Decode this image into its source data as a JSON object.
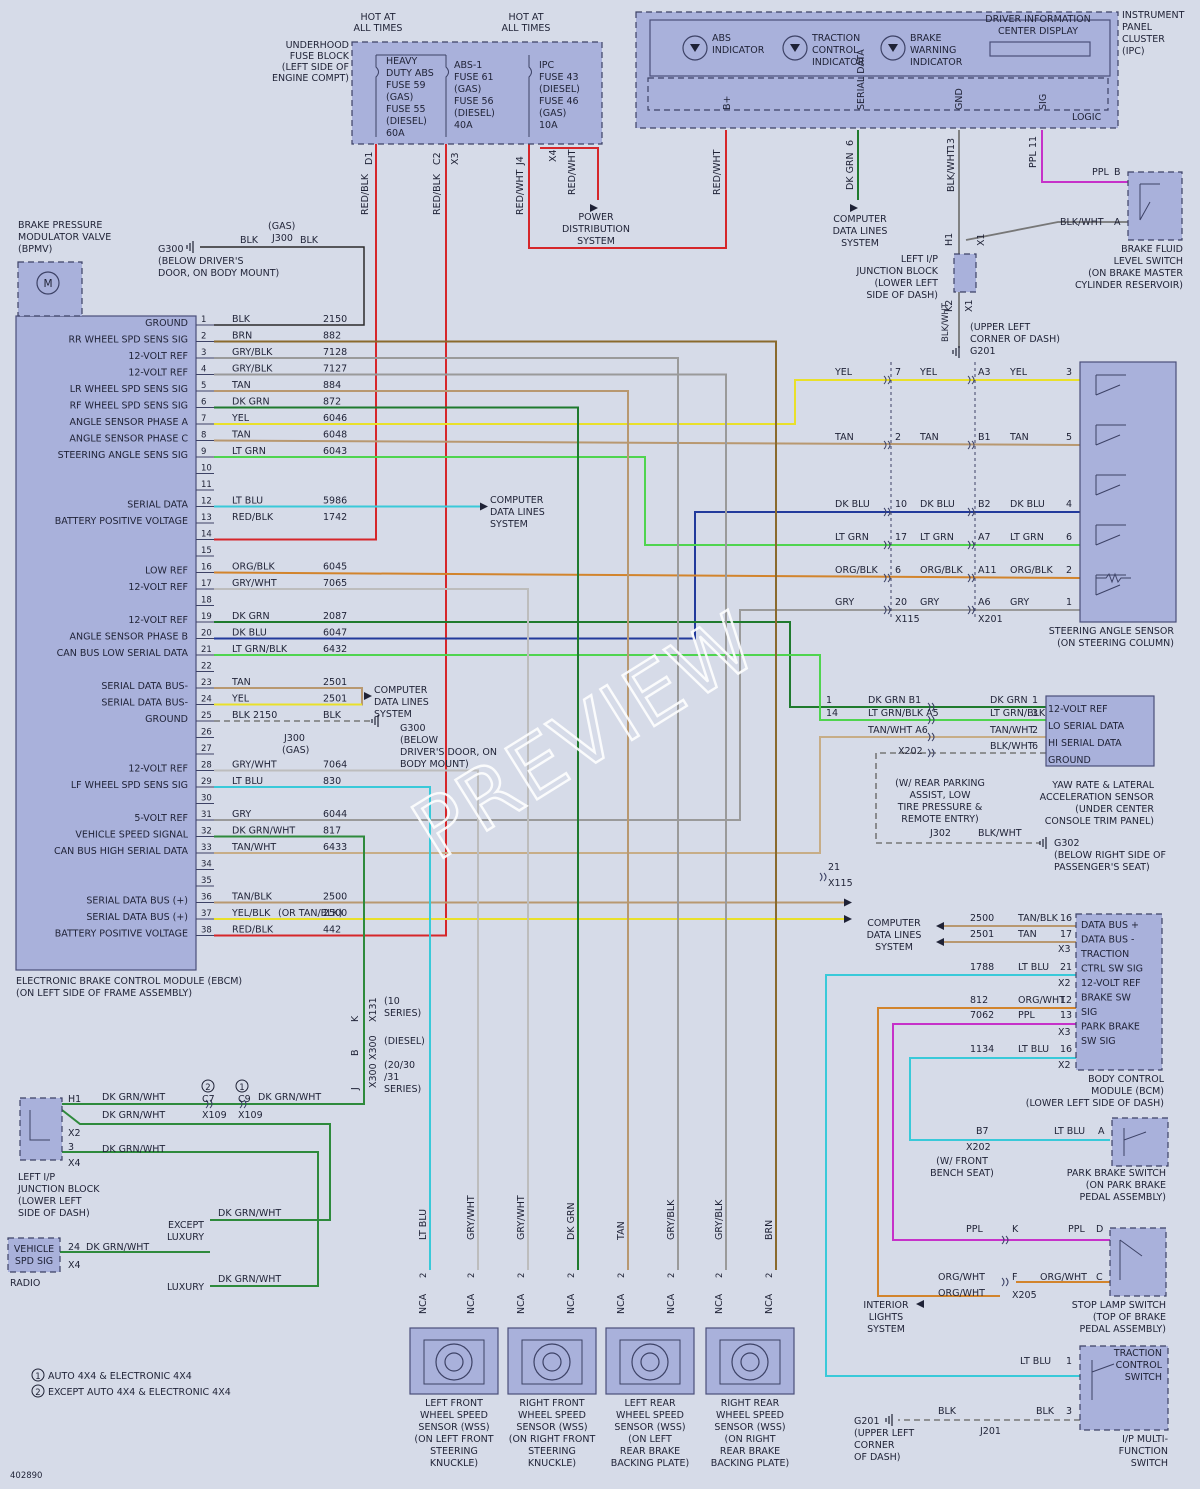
{
  "modules": {
    "fuse_block": {
      "title": [
        "UNDERHOOD",
        "FUSE BLOCK",
        "(LEFT SIDE OF",
        "ENGINE COMPT)"
      ],
      "hot1": [
        "HOT AT",
        "ALL TIMES"
      ],
      "hot2": [
        "HOT AT",
        "ALL TIMES"
      ],
      "fuse_a": [
        "HEAVY",
        "DUTY ABS",
        "FUSE 59",
        "(GAS)",
        "FUSE 55",
        "(DIESEL)",
        "60A"
      ],
      "fuse_b": [
        "ABS-1",
        "FUSE 61",
        "(GAS)",
        "FUSE 56",
        "(DIESEL)",
        "40A"
      ],
      "fuse_c": [
        "IPC",
        "FUSE 43",
        "(DIESEL)",
        "FUSE 46",
        "(GAS)",
        "10A"
      ]
    },
    "ipc": {
      "title": [
        "INSTRUMENT",
        "PANEL",
        "CLUSTER",
        "(IPC)"
      ],
      "abs": [
        "ABS",
        "INDICATOR"
      ],
      "traction": [
        "TRACTION",
        "CONTROL",
        "INDICATOR"
      ],
      "brake": [
        "BRAKE",
        "WARNING",
        "INDICATOR"
      ],
      "dic": [
        "DRIVER INFORMATION",
        "CENTER DISPLAY"
      ],
      "logic": "LOGIC",
      "pins": [
        "B+",
        "SERIAL DATA",
        "GND",
        "SIG"
      ]
    },
    "bpmv": [
      "BRAKE PRESSURE",
      "MODULATOR VALVE",
      "(BPMV)"
    ],
    "ebcm": {
      "title": [
        "ELECTRONIC BRAKE CONTROL MODULE (EBCM)",
        "(ON LEFT SIDE OF FRAME ASSEMBLY)"
      ],
      "rows": [
        {
          "pin": "1",
          "label": "GROUND",
          "color": "BLK",
          "circuit": "2150"
        },
        {
          "pin": "2",
          "label": "RR WHEEL SPD SENS SIG",
          "color": "BRN",
          "circuit": "882"
        },
        {
          "pin": "3",
          "label": "12-VOLT REF",
          "color": "GRY/BLK",
          "circuit": "7128"
        },
        {
          "pin": "4",
          "label": "12-VOLT REF",
          "color": "GRY/BLK",
          "circuit": "7127"
        },
        {
          "pin": "5",
          "label": "LR WHEEL SPD SENS SIG",
          "color": "TAN",
          "circuit": "884"
        },
        {
          "pin": "6",
          "label": "RF WHEEL SPD SENS SIG",
          "color": "DK GRN",
          "circuit": "872"
        },
        {
          "pin": "7",
          "label": "ANGLE SENSOR PHASE A",
          "color": "YEL",
          "circuit": "6046"
        },
        {
          "pin": "8",
          "label": "ANGLE SENSOR PHASE C",
          "color": "TAN",
          "circuit": "6048"
        },
        {
          "pin": "9",
          "label": "STEERING ANGLE SENS SIG",
          "color": "LT GRN",
          "circuit": "6043"
        },
        {
          "pin": "10",
          "label": "",
          "color": "",
          "circuit": ""
        },
        {
          "pin": "11",
          "label": "",
          "color": "",
          "circuit": ""
        },
        {
          "pin": "12",
          "label": "SERIAL DATA",
          "color": "LT BLU",
          "circuit": "5986"
        },
        {
          "pin": "13",
          "label": "BATTERY POSITIVE VOLTAGE",
          "color": "RED/BLK",
          "circuit": "1742"
        },
        {
          "pin": "14",
          "label": "",
          "color": "",
          "circuit": ""
        },
        {
          "pin": "15",
          "label": "",
          "color": "",
          "circuit": ""
        },
        {
          "pin": "16",
          "label": "LOW REF",
          "color": "ORG/BLK",
          "circuit": "6045"
        },
        {
          "pin": "17",
          "label": "12-VOLT REF",
          "color": "GRY/WHT",
          "circuit": "7065"
        },
        {
          "pin": "18",
          "label": "",
          "color": "",
          "circuit": ""
        },
        {
          "pin": "19",
          "label": "12-VOLT REF",
          "color": "DK GRN",
          "circuit": "2087"
        },
        {
          "pin": "20",
          "label": "ANGLE SENSOR PHASE B",
          "color": "DK BLU",
          "circuit": "6047"
        },
        {
          "pin": "21",
          "label": "CAN BUS LOW SERIAL DATA",
          "color": "LT GRN/BLK",
          "circuit": "6432"
        },
        {
          "pin": "22",
          "label": "",
          "color": "",
          "circuit": ""
        },
        {
          "pin": "23",
          "label": "SERIAL DATA BUS-",
          "color": "TAN",
          "circuit": "2501"
        },
        {
          "pin": "24",
          "label": "SERIAL DATA BUS-",
          "color": "YEL",
          "circuit": "2501"
        },
        {
          "pin": "25",
          "label": "GROUND",
          "color": "BLK 2150",
          "circuit": "BLK"
        },
        {
          "pin": "26",
          "label": "",
          "color": "",
          "circuit": ""
        },
        {
          "pin": "27",
          "label": "",
          "color": "",
          "circuit": ""
        },
        {
          "pin": "28",
          "label": "12-VOLT REF",
          "color": "GRY/WHT",
          "circuit": "7064"
        },
        {
          "pin": "29",
          "label": "LF WHEEL SPD SENS SIG",
          "color": "LT BLU",
          "circuit": "830"
        },
        {
          "pin": "30",
          "label": "",
          "color": "",
          "circuit": ""
        },
        {
          "pin": "31",
          "label": "5-VOLT REF",
          "color": "GRY",
          "circuit": "6044"
        },
        {
          "pin": "32",
          "label": "VEHICLE SPEED SIGNAL",
          "color": "DK GRN/WHT",
          "circuit": "817"
        },
        {
          "pin": "33",
          "label": "CAN BUS HIGH SERIAL DATA",
          "color": "TAN/WHT",
          "circuit": "6433"
        },
        {
          "pin": "34",
          "label": "",
          "color": "",
          "circuit": ""
        },
        {
          "pin": "35",
          "label": "",
          "color": "",
          "circuit": ""
        },
        {
          "pin": "36",
          "label": "SERIAL DATA BUS (+)",
          "color": "TAN/BLK",
          "circuit": "2500"
        },
        {
          "pin": "37",
          "label": "SERIAL DATA BUS (+)",
          "color": "YEL/BLK",
          "circuit": "2500"
        },
        {
          "pin": "38",
          "label": "BATTERY POSITIVE VOLTAGE",
          "color": "RED/BLK",
          "circuit": "442"
        }
      ],
      "or_tanblk": "(OR TAN/BLK)"
    },
    "steering": {
      "title": [
        "STEERING ANGLE SENSOR",
        "(ON STEERING COLUMN)"
      ],
      "rows": [
        {
          "c1": "YEL",
          "p1": "7",
          "c2": "YEL",
          "p2": "A3",
          "c3": "YEL",
          "p3": "3"
        },
        {
          "c1": "TAN",
          "p1": "2",
          "c2": "TAN",
          "p2": "B1",
          "c3": "TAN",
          "p3": "5"
        },
        {
          "c1": "DK BLU",
          "p1": "10",
          "c2": "DK BLU",
          "p2": "B2",
          "c3": "DK BLU",
          "p3": "4"
        },
        {
          "c1": "LT GRN",
          "p1": "17",
          "c2": "LT GRN",
          "p2": "A7",
          "c3": "LT GRN",
          "p3": "6"
        },
        {
          "c1": "ORG/BLK",
          "p1": "6",
          "c2": "ORG/BLK",
          "p2": "A11",
          "c3": "ORG/BLK",
          "p3": "2"
        },
        {
          "c1": "GRY",
          "p1": "20",
          "c2": "GRY",
          "p2": "A6",
          "c3": "GRY",
          "p3": "1"
        }
      ],
      "x115": "X115",
      "x201": "X201"
    },
    "yaw": {
      "title": [
        "YAW RATE & LATERAL",
        "ACCELERATION SENSOR",
        "(UNDER CENTER",
        "CONSOLE TRIM PANEL)"
      ],
      "pins": [
        "12-VOLT REF",
        "LO SERIAL DATA",
        "HI SERIAL DATA",
        "GROUND"
      ],
      "rows": [
        {
          "a": "1",
          "b": "DK GRN B1",
          "c": "DK GRN",
          "d": "1"
        },
        {
          "a": "14",
          "b": "LT GRN/BLK A5",
          "c": "LT GRN/BLK",
          "d": "3"
        },
        {
          "a": "",
          "b": "TAN/WHT A6",
          "c": "TAN/WHT",
          "d": "2"
        },
        {
          "a": "",
          "b": "",
          "c": "BLK/WHT",
          "d": "6"
        }
      ],
      "x202": "X202",
      "note": [
        "(W/ REAR PARKING",
        "ASSIST, LOW",
        "TIRE PRESSURE &",
        "REMOTE ENTRY)"
      ],
      "j302": "J302",
      "blkwht": "BLK/WHT",
      "g302": [
        "G302",
        "(BELOW RIGHT SIDE OF",
        "PASSENGER'S SEAT)"
      ],
      "pin21": "21",
      "x115b": "X115"
    },
    "bcm": {
      "title": [
        "BODY CONTROL",
        "MODULE (BCM)",
        "(LOWER LEFT SIDE OF DASH)"
      ],
      "pins": [
        "DATA BUS +",
        "DATA BUS -",
        "TRACTION",
        "CTRL SW SIG",
        "12-VOLT REF",
        "BRAKE SW",
        "SIG",
        "PARK BRAKE",
        "SW SIG"
      ],
      "wires": [
        {
          "circ": "2500",
          "color": "TAN/BLK",
          "pin": "16"
        },
        {
          "circ": "2501",
          "color": "TAN",
          "pin": "17"
        },
        {
          "circ": "1788",
          "color": "LT BLU",
          "pin": "21"
        },
        {
          "circ": "812",
          "color": "ORG/WHT",
          "pin": "12"
        },
        {
          "circ": "7062",
          "color": "PPL",
          "pin": "13"
        },
        {
          "circ": "1134",
          "color": "LT BLU",
          "pin": "16"
        }
      ],
      "x3": "X3",
      "x2": "X2"
    },
    "brake_fluid": {
      "title": [
        "BRAKE FLUID",
        "LEVEL SWITCH",
        "(ON BRAKE MASTER",
        "CYLINDER RESERVOIR)"
      ],
      "ppl": "PPL",
      "b": "B",
      "blkwht": "BLK/WHT",
      "a": "A"
    },
    "left_ip_top": {
      "title": [
        "LEFT I/P",
        "JUNCTION BLOCK",
        "(LOWER LEFT",
        "SIDE OF DASH)"
      ],
      "h1": "H1",
      "x1": "X1",
      "k2": "K2",
      "x1b": "X1"
    },
    "g201_top": [
      "(UPPER LEFT",
      "CORNER OF DASH)",
      "G201"
    ],
    "park_brake": {
      "title": [
        "PARK BRAKE SWITCH",
        "(ON PARK BRAKE",
        "PEDAL ASSEMBLY)"
      ],
      "b7": "B7",
      "x202": "X202",
      "note": [
        "(W/ FRONT",
        "BENCH SEAT)"
      ],
      "ltblu": "LT BLU",
      "a": "A"
    },
    "stop_lamp": {
      "title": [
        "STOP LAMP SWITCH",
        "(TOP OF BRAKE",
        "PEDAL ASSEMBLY)"
      ],
      "ppl1": "PPL",
      "k": "K",
      "ppl2": "PPL",
      "d": "D",
      "orgwht1": "ORG/WHT",
      "f": "F",
      "orgwht2": "ORG/WHT",
      "c": "C",
      "orgwht3": "ORG/WHT",
      "x205": "X205",
      "interior": [
        "INTERIOR",
        "LIGHTS",
        "SYSTEM"
      ]
    },
    "traction_switch": {
      "title": [
        "TRACTION",
        "CONTROL",
        "SWITCH"
      ],
      "sub": [
        "I/P MULTI-",
        "FUNCTION",
        "SWITCH"
      ],
      "ltblu": "LT BLU",
      "p1": "1",
      "blk1": "BLK",
      "blk2": "BLK",
      "p3": "3",
      "j201": "J201",
      "g201": [
        "G201",
        "(UPPER LEFT",
        "CORNER",
        "OF DASH)"
      ]
    },
    "left_ip_bottom": {
      "title": [
        "LEFT I/P",
        "JUNCTION BLOCK",
        "(LOWER LEFT",
        "SIDE OF DASH)"
      ],
      "h1": "H1",
      "x2": "X2",
      "p3": "3",
      "x4": "X4",
      "dkgrnwht": "DK GRN/WHT",
      "c7": "C7",
      "c9": "C9",
      "x109a": "X109",
      "x109b": "X109",
      "circ1": "1",
      "circ2": "2"
    },
    "radio": {
      "title": "RADIO",
      "box": [
        "VEHICLE",
        "SPD SIG"
      ],
      "p24": "24",
      "wire": "DK GRN/WHT",
      "x4": "X4",
      "except": [
        "EXCEPT",
        "LUXURY"
      ],
      "luxury": "LUXURY",
      "w1": "DK GRN/WHT",
      "w2": "DK GRN/WHT"
    },
    "series": {
      "k": "K",
      "x131": "X131",
      "s10": [
        "(10",
        "SERIES)"
      ],
      "x300a": "X300",
      "diesel": "(DIESEL)",
      "b": "B",
      "x300b": "X300",
      "s20": [
        "(20/30",
        "/31",
        "SERIES)"
      ],
      "j": "J"
    },
    "wss": [
      {
        "title": [
          "LEFT FRONT",
          "WHEEL SPEED",
          "SENSOR (WSS)",
          "(ON LEFT FRONT",
          "STEERING",
          "KNUCKLE)"
        ],
        "w1": "LT BLU",
        "w2": "GRY/WHT"
      },
      {
        "title": [
          "RIGHT FRONT",
          "WHEEL SPEED",
          "SENSOR (WSS)",
          "(ON RIGHT FRONT",
          "STEERING",
          "KNUCKLE)"
        ],
        "w1": "GRY/WHT",
        "w2": "DK GRN"
      },
      {
        "title": [
          "LEFT REAR",
          "WHEEL SPEED",
          "SENSOR (WSS)",
          "(ON LEFT",
          "REAR BRAKE",
          "BACKING PLATE)"
        ],
        "w1": "TAN",
        "w2": "GRY/BLK"
      },
      {
        "title": [
          "RIGHT REAR",
          "WHEEL SPEED",
          "SENSOR (WSS)",
          "(ON RIGHT",
          "REAR BRAKE",
          "BACKING PLATE)"
        ],
        "w1": "GRY/BLK",
        "w2": "BRN"
      }
    ],
    "nca": "NCA",
    "g300": {
      "top": [
        "G300",
        "(BELOW DRIVER'S",
        "DOOR, ON BODY MOUNT)"
      ],
      "gas": "(GAS)",
      "blk1": "BLK",
      "j300": "J300",
      "blk2": "BLK",
      "bottom": [
        "G300",
        "(BELOW",
        "DRIVER'S DOOR, ON",
        "BODY MOUNT)"
      ],
      "j300b": "J300",
      "gas2": "(GAS)"
    },
    "cdls": {
      "a": [
        "COMPUTER",
        "DATA LINES",
        "SYSTEM"
      ],
      "b": [
        "COMPUTER",
        "DATA LINES",
        "SYSTEM"
      ],
      "c": [
        "COMPUTER",
        "DATA LINES",
        "SYSTEM"
      ],
      "d": [
        "COMPUTER",
        "DATA LINES",
        "SYSTEM"
      ]
    },
    "pds": [
      "POWER",
      "DISTRIBUTION",
      "SYSTEM"
    ],
    "top_wires": {
      "redblk1": "RED/BLK",
      "d1": "D1",
      "redblk2": "RED/BLK",
      "c2": "C2",
      "x3": "X3",
      "redwht1": "RED/WHT",
      "j4": "J4",
      "x4": "X4",
      "redwht2": "RED/WHT",
      "redwht3": "RED/WHT",
      "dkgrn": "DK GRN",
      "p6": "6",
      "blkwht": "BLK/WHT",
      "p13": "13",
      "ppl": "PPL",
      "p11": "11",
      "blkwht2": "BLK/WHT"
    }
  },
  "legend": [
    "AUTO 4X4 & ELECTRONIC 4X4",
    "EXCEPT AUTO 4X4 & ELECTRONIC 4X4"
  ],
  "legend_marks": [
    "1",
    "2"
  ],
  "figure_id": "402890",
  "watermark": "PREVIEW",
  "colors": {
    "brn": "#8a6a2c",
    "gry": "#9a9a9a",
    "tan": "#b89870",
    "dkgrn": "#1f7a2e",
    "yel": "#e9e02a",
    "ltgrn": "#4fd44f",
    "ltblu": "#39c9d9",
    "red": "#d6262a",
    "dkblu": "#223a9c",
    "org": "#d2842c",
    "ppl": "#c631c9",
    "blk": "#2b2b2b",
    "grywht": "#bdbdbd",
    "dkgrnwht": "#2e8a3c",
    "tanwht": "#c7ad87"
  }
}
